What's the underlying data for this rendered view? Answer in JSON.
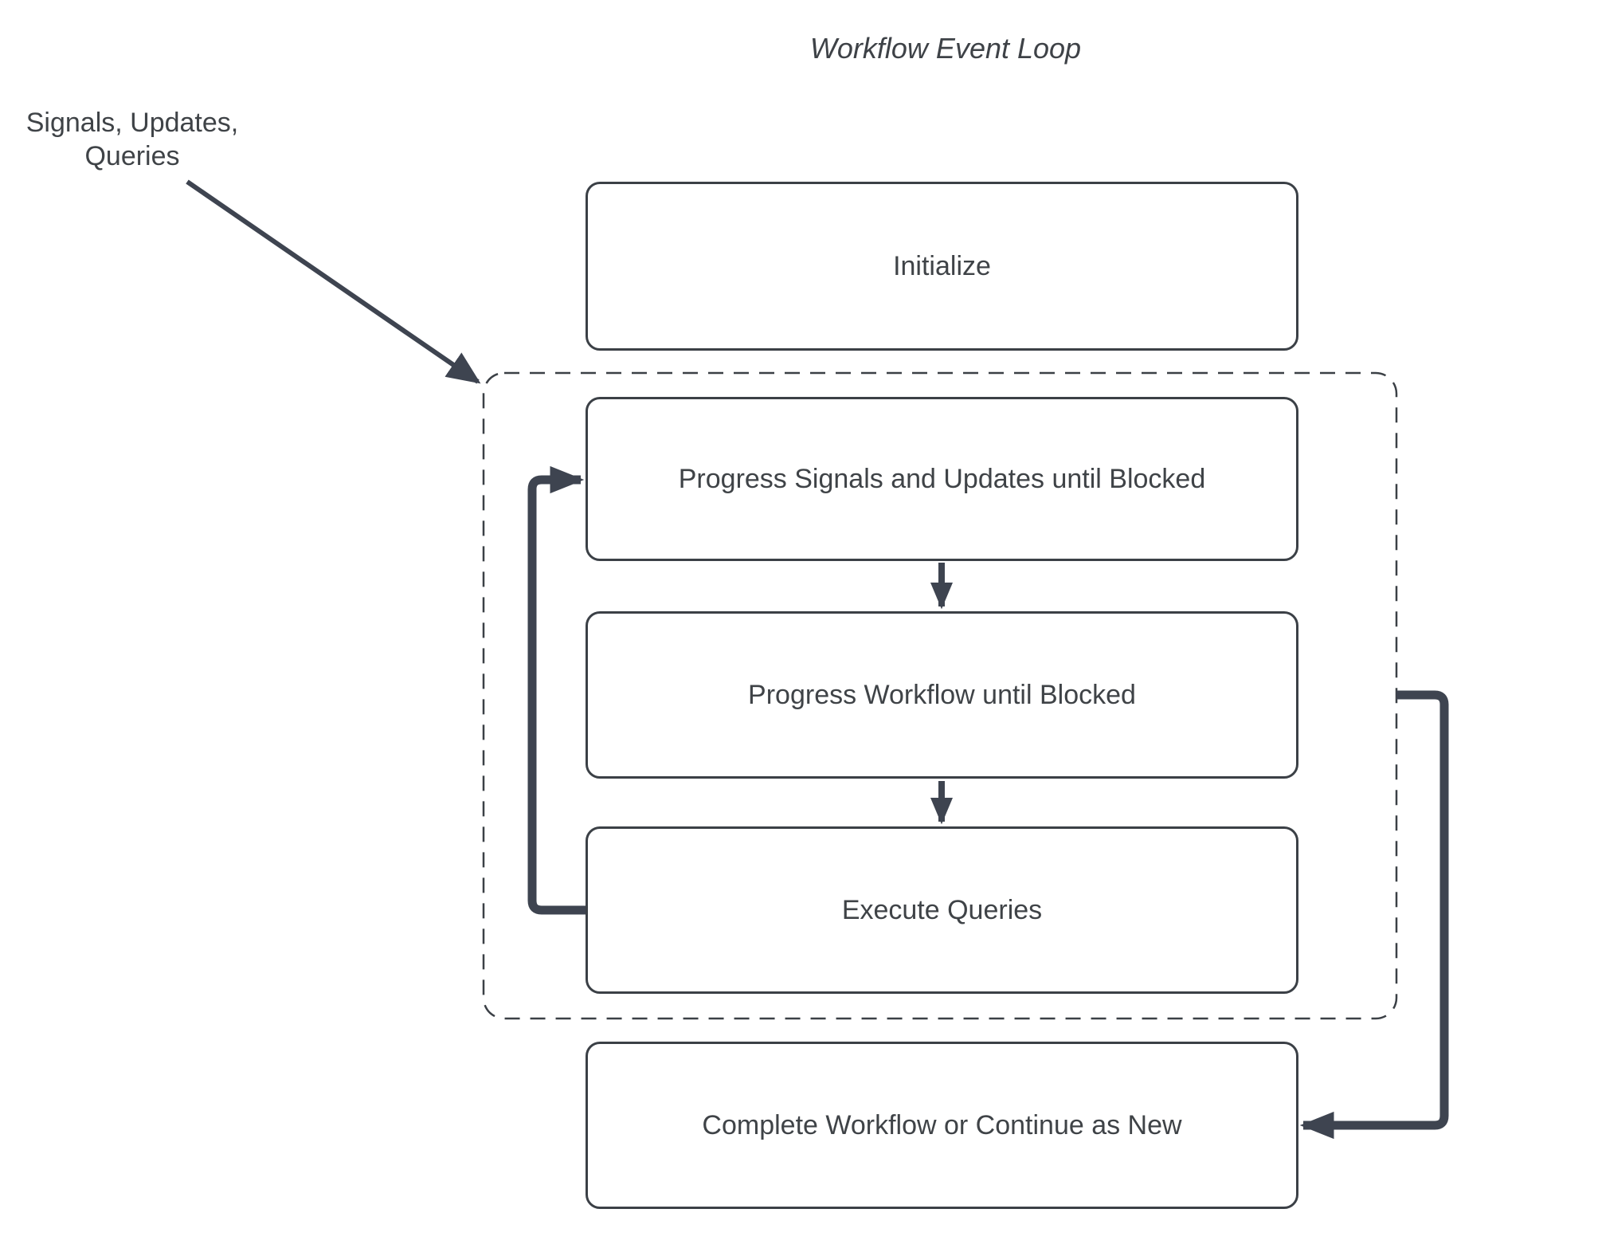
{
  "diagram": {
    "title": "Workflow Event Loop",
    "input_label": "Signals, Updates, Queries",
    "nodes": {
      "initialize": "Initialize",
      "progress_signals": "Progress Signals and Updates until Blocked",
      "progress_workflow": "Progress Workflow until Blocked",
      "execute_queries": "Execute Queries",
      "complete": "Complete Workflow or Continue as New"
    },
    "colors": {
      "line": "#3e4450",
      "box_border": "#3b4046",
      "text": "#3f4347",
      "background": "#ffffff"
    }
  }
}
